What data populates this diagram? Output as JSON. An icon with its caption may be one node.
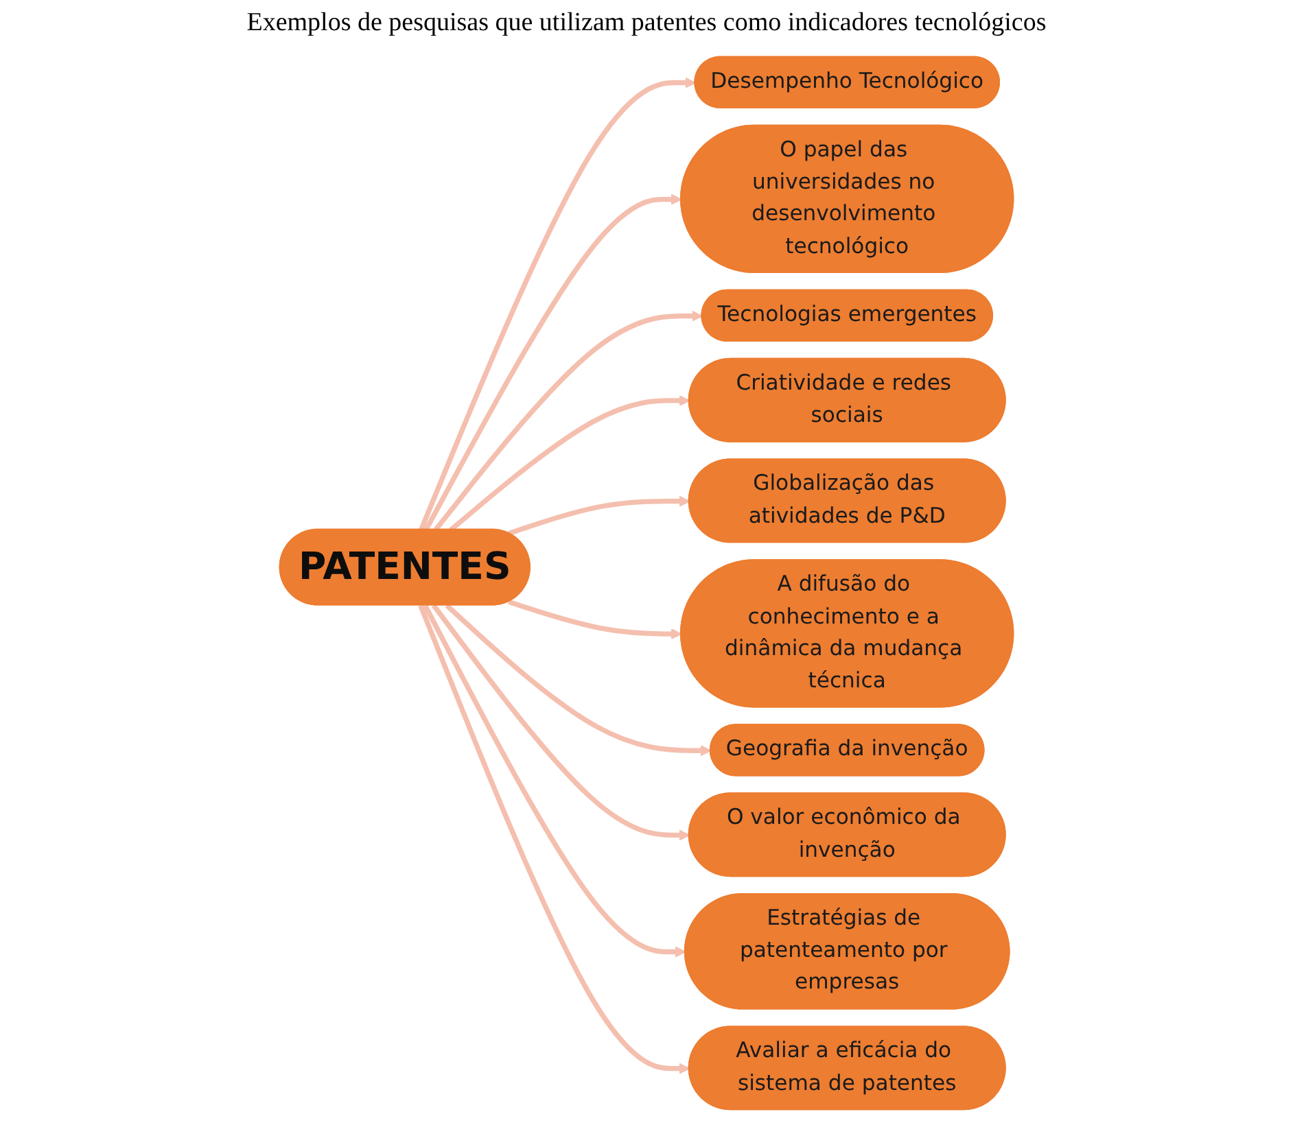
{
  "diagram": {
    "title": "Exemplos de pesquisas que utilizam patentes como indicadores tecnológicos",
    "nodes": [
      {
        "text": [
          "PATENTES"
        ]
      },
      {
        "text": [
          "Desempenho Tecnológico"
        ]
      },
      {
        "text": [
          "O papel das universidades no desenvolvimento tecnológico"
        ]
      },
      {
        "text": [
          "Tecnologias emergentes"
        ]
      },
      {
        "text": [
          "Criatividade e redes sociais"
        ]
      },
      {
        "text": [
          "Globalização das atividades de P&D"
        ]
      },
      {
        "text": [
          "A difusão do conhecimento e a dinâmica da mudança técnica"
        ]
      },
      {
        "text": [
          "Geografia da invenção"
        ]
      },
      {
        "text": [
          "O valor econômico da invenção"
        ]
      },
      {
        "text": [
          "Estratégias de patenteamento por empresas"
        ]
      },
      {
        "text": [
          "Avaliar a eficácia do sistema de patentes"
        ]
      }
    ],
    "edges": [
      {
        "from": 0,
        "to": 1,
        "arrow": "to"
      },
      {
        "from": 0,
        "to": 2,
        "arrow": "to"
      },
      {
        "from": 0,
        "to": 3,
        "arrow": "to"
      },
      {
        "from": 0,
        "to": 4,
        "arrow": "to"
      },
      {
        "from": 0,
        "to": 5,
        "arrow": "to"
      },
      {
        "from": 0,
        "to": 6,
        "arrow": "to"
      },
      {
        "from": 0,
        "to": 7,
        "arrow": "to"
      },
      {
        "from": 0,
        "to": 8,
        "arrow": "to"
      },
      {
        "from": 0,
        "to": 9,
        "arrow": "to"
      },
      {
        "from": 0,
        "to": 10,
        "arrow": "to"
      }
    ]
  }
}
